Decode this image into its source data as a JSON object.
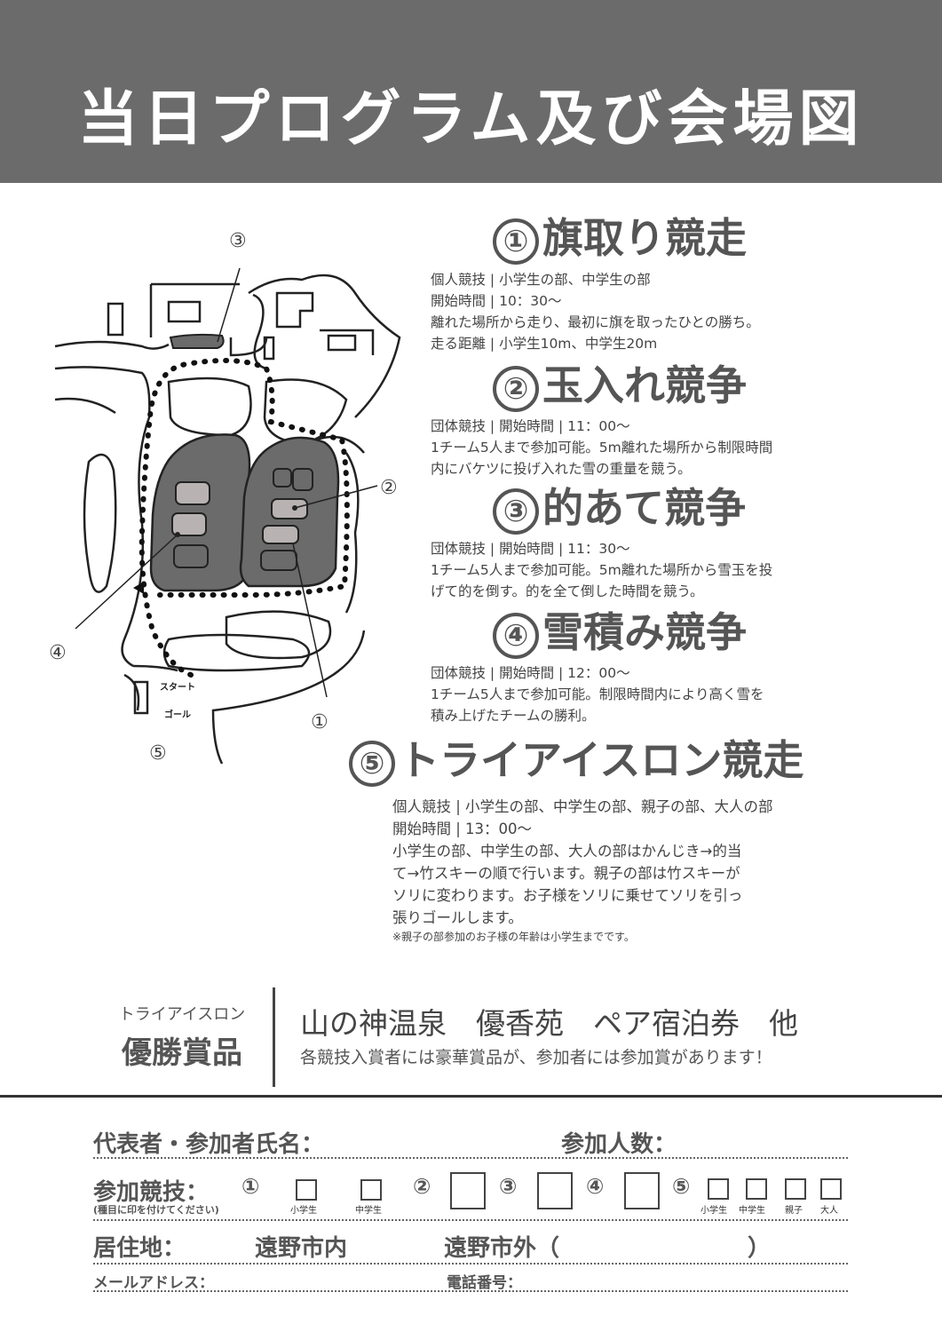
{
  "header": {
    "title": "当日プログラム及び会場図"
  },
  "map": {
    "labels": {
      "n1": "①",
      "n2": "②",
      "n3": "③",
      "n4": "④",
      "n5": "⑤",
      "start": "スタート",
      "goal": "ゴール"
    }
  },
  "events": [
    {
      "num": "①",
      "title": "旗取り競走",
      "lines": [
        "個人競技 | 小学生の部、中学生の部",
        "開始時間 | 10：30〜",
        "離れた場所から走り、最初に旗を取ったひとの勝ち。",
        "走る距離 | 小学生10m、中学生20m"
      ]
    },
    {
      "num": "②",
      "title": "玉入れ競争",
      "lines": [
        "団体競技 | 開始時間 | 11：00〜",
        "1チーム5人まで参加可能。5m離れた場所から制限時間",
        "内にバケツに投げ入れた雪の重量を競う。"
      ]
    },
    {
      "num": "③",
      "title": "的あて競争",
      "lines": [
        "団体競技 | 開始時間 | 11：30〜",
        "1チーム5人まで参加可能。5m離れた場所から雪玉を投",
        "げて的を倒す。的を全て倒した時間を競う。"
      ]
    },
    {
      "num": "④",
      "title": "雪積み競争",
      "lines": [
        "団体競技 | 開始時間 | 12：00〜",
        "1チーム5人まで参加可能。制限時間内により高く雪を",
        "積み上げたチームの勝利。"
      ]
    },
    {
      "num": "⑤",
      "title": "トライアイスロン競走",
      "lines": [
        "個人競技 | 小学生の部、中学生の部、親子の部、大人の部",
        "開始時間 | 13：00〜",
        "小学生の部、中学生の部、大人の部はかんじき→的当",
        "て→竹スキーの順で行います。親子の部は竹スキーが",
        "ソリに変わります。お子様をソリに乗せてソリを引っ",
        "張りゴールします。"
      ],
      "note": "※親子の部参加のお子様の年齢は小学生までです。"
    }
  ],
  "prize": {
    "caption_small": "トライアイスロン",
    "caption_large": "優勝賞品",
    "main": "山の神温泉　優香苑　ペア宿泊券　他",
    "sub": "各競技入賞者には豪華賞品が、参加者には参加賞があります！"
  },
  "form": {
    "name_label": "代表者・参加者氏名：",
    "count_label": "参加人数：",
    "events_label": "参加競技：",
    "events_hint": "(種目に印を付けてください)",
    "e1": "①",
    "e2": "②",
    "e3": "③",
    "e4": "④",
    "e5": "⑤",
    "cat_elem": "小学生",
    "cat_mid": "中学生",
    "cat5": [
      "小学生",
      "中学生",
      "親子",
      "大人"
    ],
    "residence_label": "居住地：",
    "in_city": "遠野市内",
    "out_city": "遠野市外（",
    "out_close": "）",
    "email_label": "メールアドレス：",
    "phone_label": "電話番号："
  }
}
